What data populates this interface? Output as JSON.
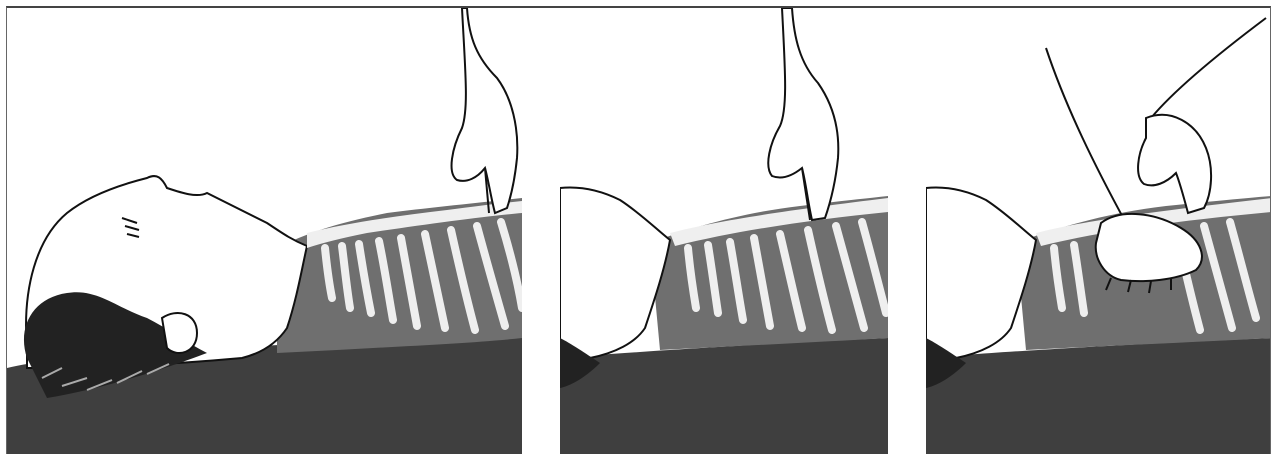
{
  "figure": {
    "panels": [
      {
        "id": "panel-1",
        "step": "locate-sternum-edge"
      },
      {
        "id": "panel-2",
        "step": "locate-lower-sternum"
      },
      {
        "id": "panel-3",
        "step": "position-hands"
      }
    ],
    "colors": {
      "background": "#ffffff",
      "body_shadow": "#3f3f3f",
      "body_mid": "#6f6f6f",
      "ribs": "#efefef",
      "line": "#111111"
    }
  }
}
